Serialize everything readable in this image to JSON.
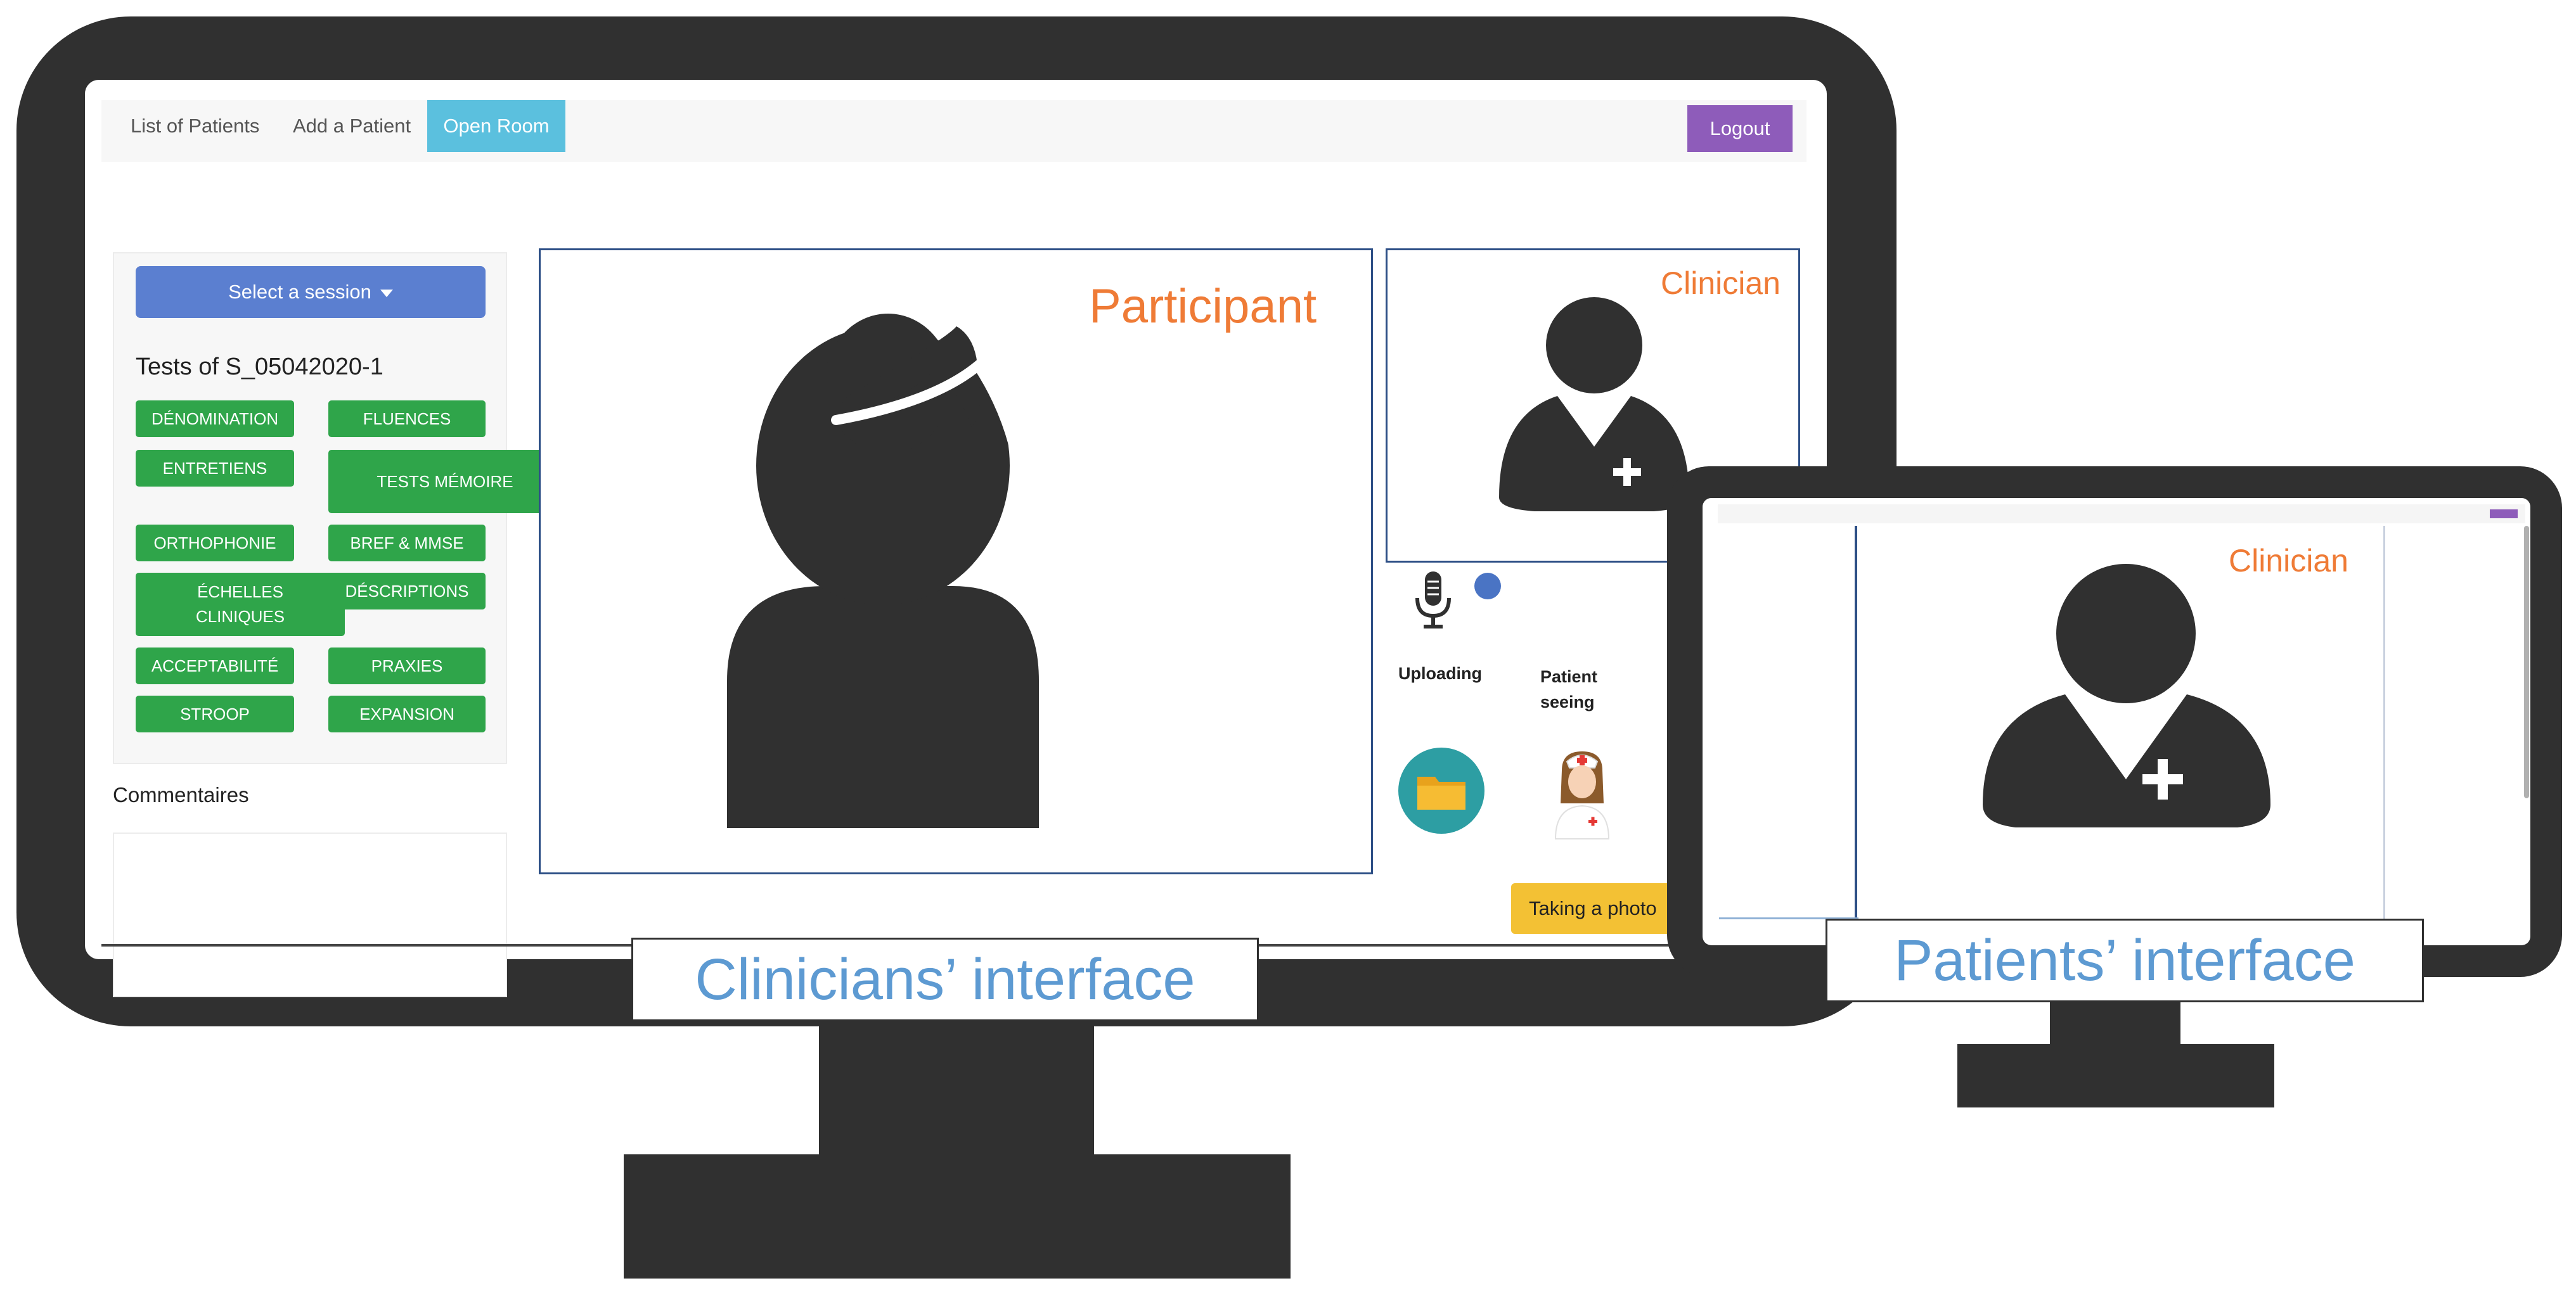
{
  "clinician_ui": {
    "nav": {
      "items": [
        "List of Patients",
        "Add a Patient",
        "Open Room"
      ],
      "logout": "Logout"
    },
    "session_select": "Select a session",
    "tests_title": "Tests of S_05042020-1",
    "tests": [
      "DÉNOMINATION",
      "FLUENCES",
      "ENTRETIENS",
      "TESTS MÉMOIRE",
      "ORTHOPHONIE",
      "BREF & MMSE",
      "ÉCHELLES CLINIQUES",
      "DÉSCRIPTIONS",
      "ACCEPTABILITÉ",
      "PRAXIES",
      "STROOP",
      "EXPANSION"
    ],
    "comments_label": "Commentaires",
    "video_main_label": "Participant",
    "video_small_label": "Clinician",
    "uploading_label": "Uploading",
    "patient_seeing_label": "Patient seeing",
    "photo_button": "Taking a photo"
  },
  "patient_ui": {
    "video_label": "Clinician"
  },
  "captions": {
    "clinicians": "Clinicians’ interface",
    "patients": "Patients’ interface"
  },
  "colors": {
    "device": "#303030",
    "label_orange": "#ef7b36",
    "caption_blue": "#5d9ad2",
    "nav_active": "#5bc0de",
    "logout": "#8e5cba",
    "session_button": "#5b7fd0",
    "test_button": "#2fa54a",
    "photo_button": "#f3c134"
  },
  "icons": [
    "person-silhouette-icon",
    "doctor-silhouette-icon",
    "microphone-icon",
    "folder-icon",
    "nurse-icon"
  ]
}
